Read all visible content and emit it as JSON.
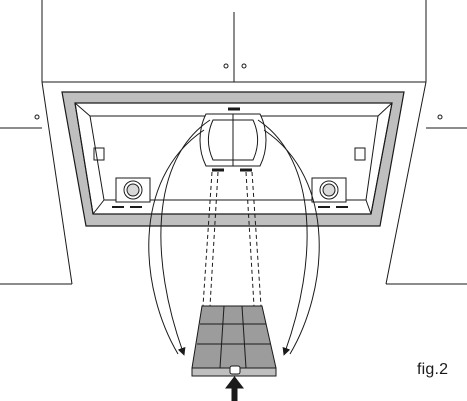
{
  "figure": {
    "label": "fig.2"
  },
  "colors": {
    "line": "#1a1a1a",
    "frame_fill": "#bfbfbf",
    "filter_fill": "#9c9c9c",
    "background": "#ffffff"
  },
  "parts": {
    "cabinet": "wall-cabinets",
    "hood_frame": "hood-frame",
    "motor": "motor-unit",
    "lamps": [
      "left-lamp",
      "right-lamp"
    ],
    "filter": "grease-filter",
    "arrow": "push-arrow"
  }
}
